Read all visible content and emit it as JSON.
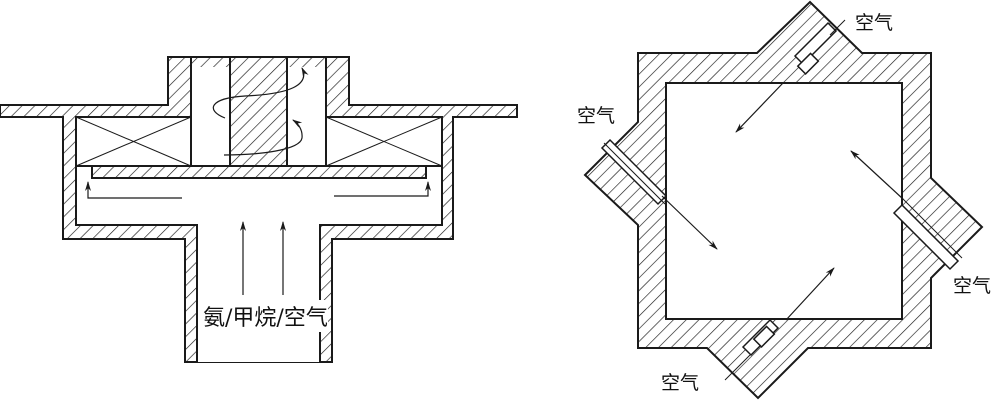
{
  "left_diagram": {
    "inlet_label": "氨/甲烷/空气"
  },
  "right_diagram": {
    "air_labels": [
      "空气",
      "空气",
      "空气",
      "空气"
    ]
  },
  "colors": {
    "line": "#1a1a1a",
    "background": "#ffffff"
  }
}
